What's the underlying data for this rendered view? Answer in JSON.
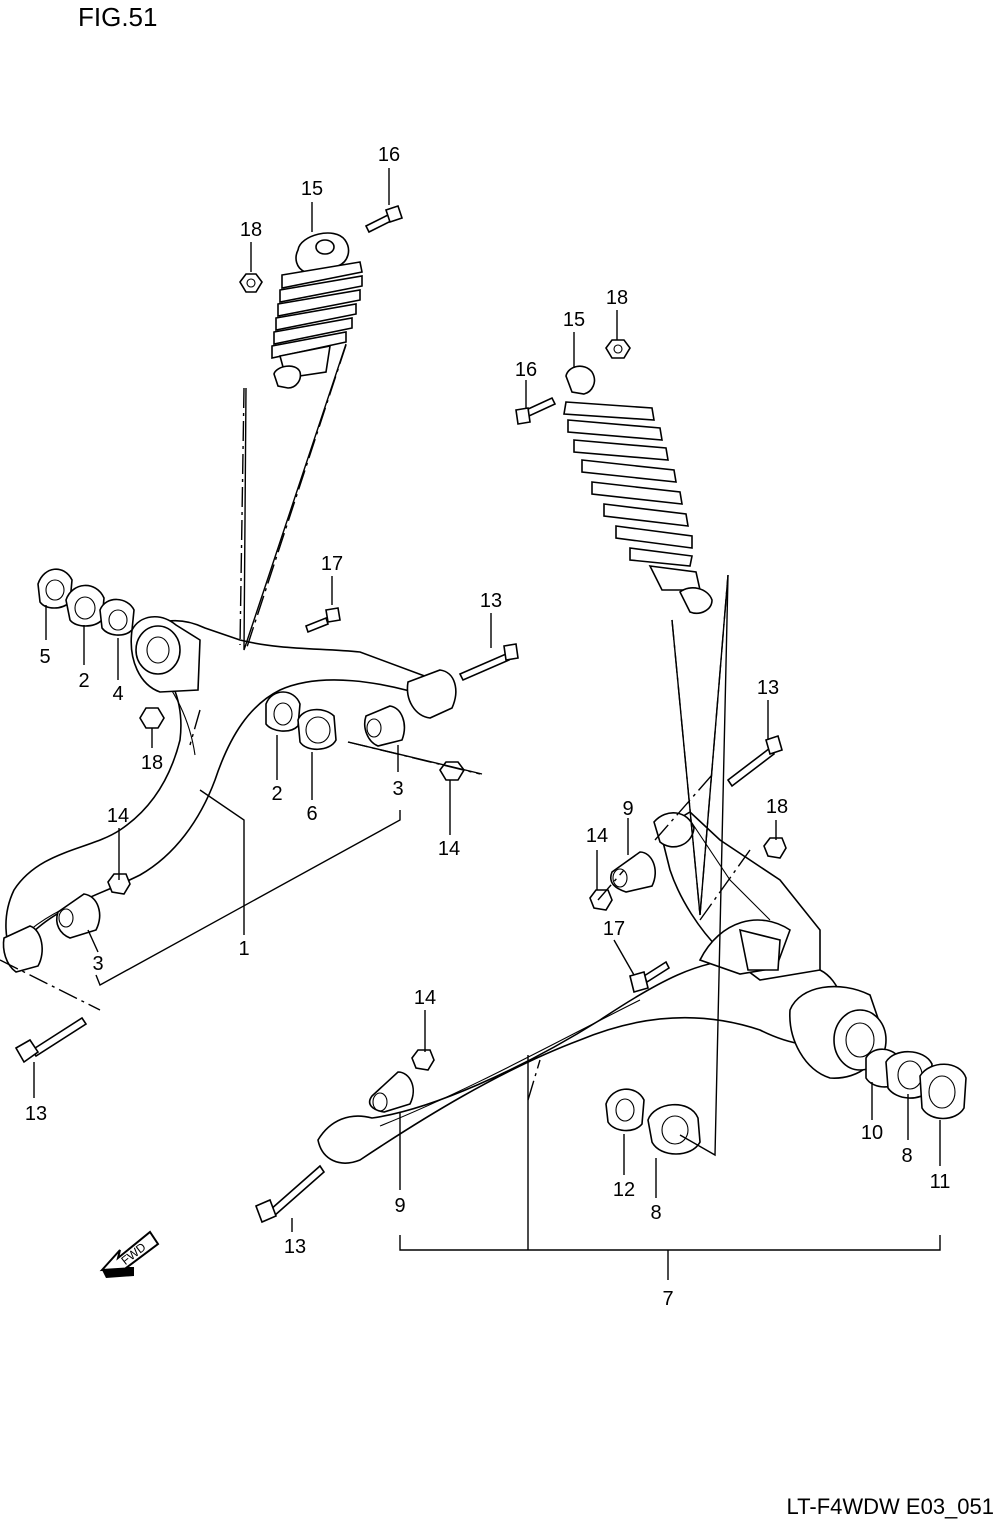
{
  "figure": {
    "title": "FIG.51",
    "drawing_code": "LT-F4WDW E03_051",
    "fwd_label": "FWD"
  },
  "callouts": [
    "1",
    "2",
    "2",
    "3",
    "3",
    "4",
    "5",
    "6",
    "7",
    "8",
    "8",
    "9",
    "9",
    "10",
    "11",
    "12",
    "13",
    "13",
    "13",
    "13",
    "14",
    "14",
    "14",
    "14",
    "15",
    "15",
    "16",
    "16",
    "17",
    "17",
    "18",
    "18",
    "18",
    "18"
  ]
}
